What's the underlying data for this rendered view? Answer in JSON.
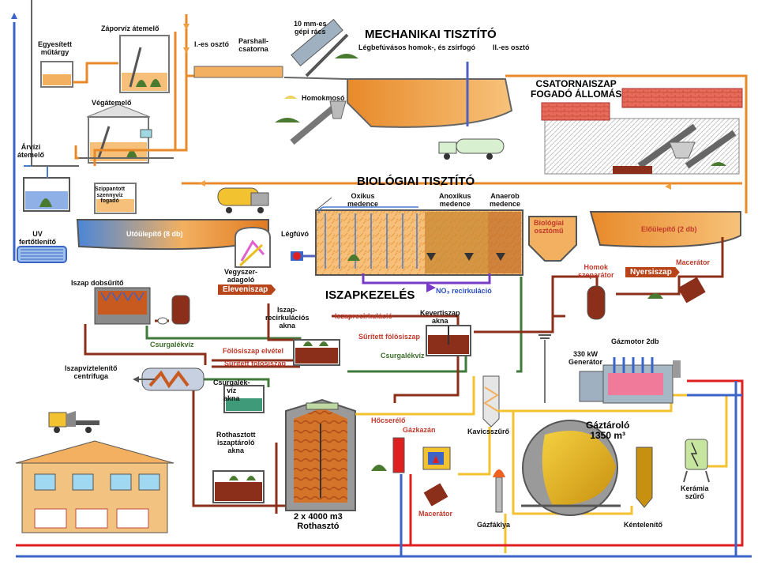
{
  "sections": {
    "mechanical": "MECHANIKAI TISZTÍTÓ",
    "biological": "BIOLÓGIAI TISZTÍTÓ",
    "sludge": "ISZAPKEZELÉS",
    "sewage_sludge": "CSATORNAISZAP\nFOGADÓ ÁLLOMÁS"
  },
  "labels": {
    "zaporviz": "Záporvíz átemelő",
    "egyesitett": "Egyesített\nműtárgy",
    "vegatemelo": "Végátemelő",
    "arvizi": "Árvízi\nátemelő",
    "uv": "UV\nfertőtlenítő",
    "oszto1": "I.-es osztó",
    "parshall": "Parshall-\ncsatorna",
    "racs": "10 mm-es\ngépi rács",
    "homokfogo": "Légbefúvásos homok-, és zsírfogó",
    "oszto2": "II.-es osztó",
    "homokmoso": "Homokmosó",
    "szippantott": "Szippantott\nszennyvíz\nfogadó",
    "utoulepito": "Utóülepítő (8 db)",
    "oxikus": "Oxikus\nmedence",
    "anoxikus": "Anoxikus\nmedence",
    "anaerob": "Anaerob\nmedence",
    "bio_oszto": "Biológiai\nosztómű",
    "elouleipto": "Előülepítő (2 db)",
    "legfuvo": "Légfúvó",
    "vegyszer": "Vegyszer-\nadagoló",
    "no3": "NO₃ recirkuláció",
    "homok_szep": "Homok\nszeparátor",
    "macerator": "Macerátor",
    "iszap_dobs": "Iszap dobsűrítő",
    "csurgalek1": "Csurgalékvíz",
    "iszaprecirk_akna": "Iszap-\nrecirkulációs\nakna",
    "iszaprecirk": "Iszaprecirkuláció",
    "kevert": "Kevertiszap\nakna",
    "surit_folos1": "Sűrített fölösiszap",
    "folos_elvetel": "Fölösiszap elvétel",
    "surit_folos2": "Sűrített fölösiszap",
    "csurgalek2": "Csurgalékvíz",
    "gazmotor": "Gázmotor 2db",
    "generator": "330 kW\nGenerátor",
    "iszapviztelenito": "Iszapvíztelenítő\ncentrifuga",
    "csurg_akna": "Csurgalék-\nvíz\nakna",
    "hocserelo": "Hőcserélő",
    "gazkazan": "Gázkazán",
    "kavics": "Kavicsszűrő",
    "gaztarolo": "Gáztároló\n1350 m³",
    "rothasztott": "Rothasztott\niszaptároló\nakna",
    "rothaszto": "2 x 4000 m3\nRothasztó",
    "macerator2": "Macerátor",
    "gazfaklya": "Gázfáklya",
    "kentelenito": "Kéntelenítő",
    "keramia": "Kerámia\nszűrő"
  },
  "tags": {
    "eleveniszap": "Eleveniszap",
    "nyersiszap": "Nyersiszap"
  },
  "colors": {
    "orange_water": "#f0a040",
    "sludge_brown": "#8b2e1a",
    "gas_yellow": "#f2c230",
    "hot_red": "#e02020",
    "cool_blue": "#4a7bd0",
    "green_pipe": "#3f7a3a",
    "grey_structure": "#7a7a7a"
  }
}
